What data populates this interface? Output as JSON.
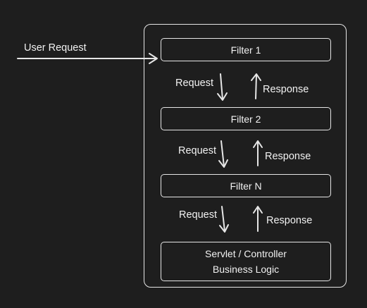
{
  "diagram": {
    "user_request": "User Request",
    "filters": [
      "Filter 1",
      "Filter 2",
      "Filter N"
    ],
    "servlet": {
      "line1": "Servlet / Controller",
      "line2": "Business Logic"
    },
    "request_label": "Request",
    "response_label": "Response",
    "stroke_color": "#e6e6e6",
    "background_color": "#1e1e1e"
  }
}
